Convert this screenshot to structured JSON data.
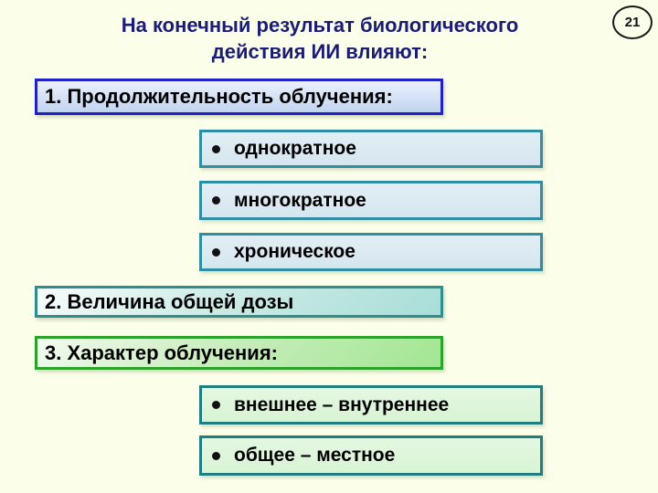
{
  "slide": {
    "page_number": "21",
    "title_line1": "На конечный результат биологического",
    "title_line2": "действия ИИ влияют:",
    "section1": {
      "label": "1. Продолжительность облучения:",
      "bullets": [
        "однократное",
        "многократное",
        "хроническое"
      ]
    },
    "section2": {
      "label": "2. Величина общей дозы"
    },
    "section3": {
      "label": "3. Характер облучения:",
      "bullets": [
        "внешнее – внутреннее",
        "общее – местное"
      ]
    },
    "colors": {
      "background": "#FBFEE9",
      "title_text": "#1B1B78",
      "body_text": "#000000",
      "badge_border": "#1A1A1A",
      "section1_border": "#2121C8",
      "section1_fill_top": "#EAF2FC",
      "section1_fill_bottom": "#C2D4F0",
      "blue_bullet_border": "#2F8FA2",
      "blue_bullet_fill": "#D9E8F1",
      "section2_border": "#2D8F8D",
      "section2_fill_light": "#F7FCFB",
      "section2_fill_dark": "#A8DED8",
      "section3_border": "#2BA32B",
      "section3_fill_light": "#F2FBEF",
      "section3_fill_dark": "#A2E692",
      "green_bullet_border": "#1F7E80",
      "green_bullet_fill": "#DDF6DC"
    }
  }
}
